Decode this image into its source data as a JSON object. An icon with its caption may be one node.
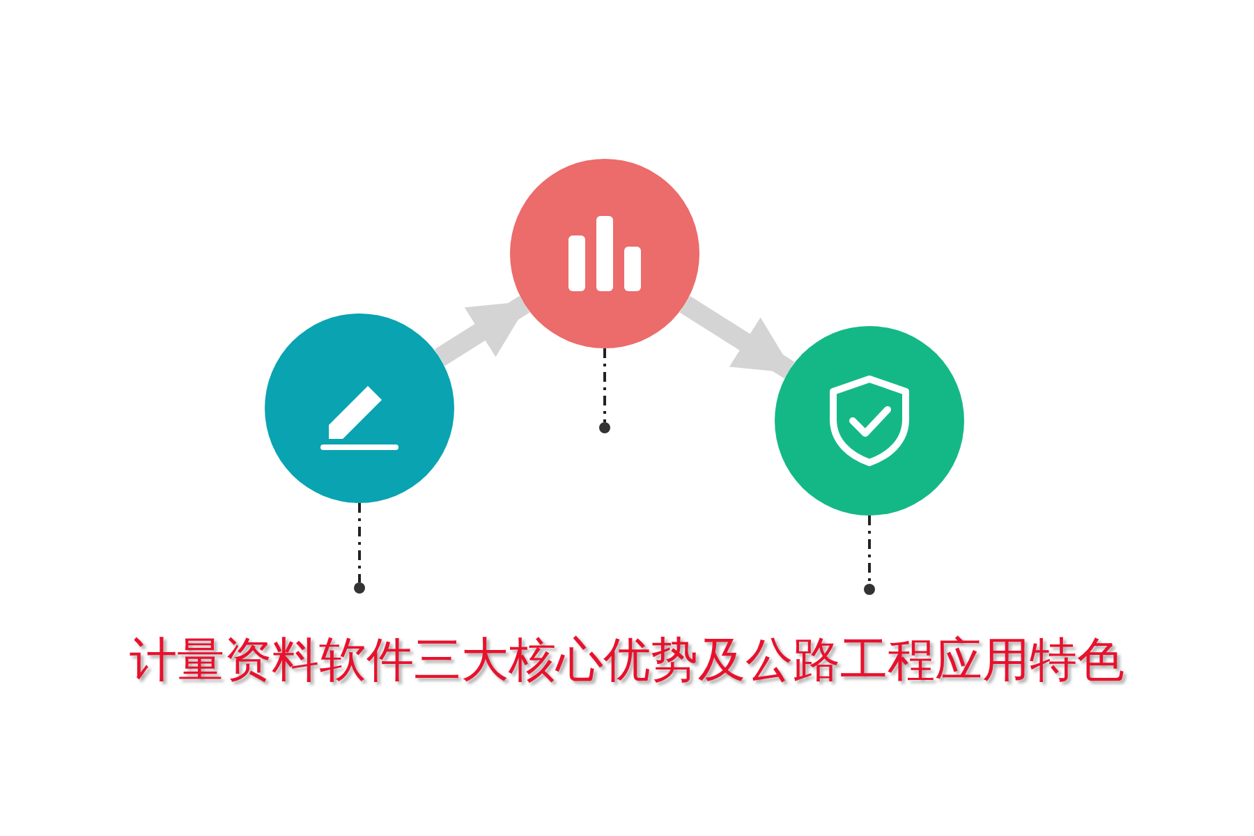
{
  "diagram": {
    "title": "计量资料软件三大核心优势及公路工程应用特色",
    "nodes": [
      {
        "text": [],
        "shape": "circle"
      },
      {
        "text": [],
        "shape": "circle"
      },
      {
        "text": [],
        "shape": "circle"
      },
      {
        "text": [],
        "shape": "circle"
      },
      {
        "text": [],
        "shape": "circle"
      },
      {
        "text": [],
        "shape": "circle"
      }
    ],
    "edges": [
      {
        "from": 0,
        "to": 1,
        "arrow": "to",
        "style": "thick",
        "color": "#d4d4d4"
      },
      {
        "from": 1,
        "to": 2,
        "arrow": "to",
        "style": "thick",
        "color": "#d4d4d4"
      },
      {
        "from": 0,
        "to": 3,
        "arrow": "none",
        "style": "dashed"
      },
      {
        "from": 1,
        "to": 4,
        "arrow": "none",
        "style": "dashed"
      },
      {
        "from": 2,
        "to": 5,
        "arrow": "none",
        "style": "dashed"
      }
    ]
  }
}
